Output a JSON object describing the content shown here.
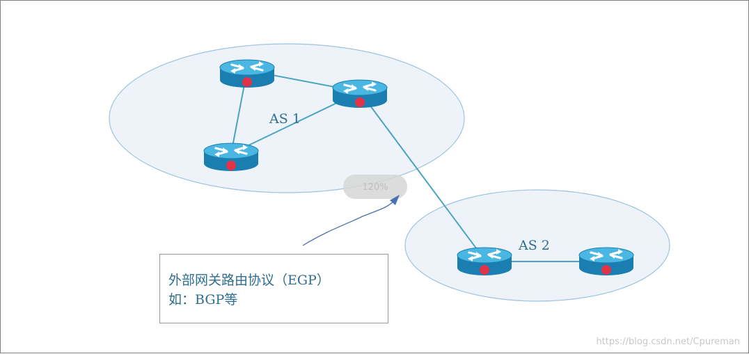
{
  "diagram": {
    "autonomous_systems": [
      {
        "id": "as1",
        "label": "AS 1"
      },
      {
        "id": "as2",
        "label": "AS 2"
      }
    ],
    "routers": [
      {
        "id": "r1",
        "as": "as1",
        "icon": "router-icon"
      },
      {
        "id": "r2",
        "as": "as1",
        "icon": "router-icon"
      },
      {
        "id": "r3",
        "as": "as1",
        "icon": "router-icon"
      },
      {
        "id": "r4",
        "as": "as2",
        "icon": "router-icon"
      },
      {
        "id": "r5",
        "as": "as2",
        "icon": "router-icon"
      }
    ],
    "links": [
      [
        "r1",
        "r2"
      ],
      [
        "r1",
        "r3"
      ],
      [
        "r3",
        "r2"
      ],
      [
        "r2",
        "r4"
      ],
      [
        "r4",
        "r5"
      ]
    ],
    "zoom_indicator": "120%",
    "note": {
      "line1": "外部网关路由协议（EGP）",
      "line2": "如：BGP等"
    },
    "watermark": "https://blog.csdn.net/Cpureman",
    "colors": {
      "ellipse_fill": "#eef3f9",
      "ellipse_stroke": "#9dc3e0",
      "link": "#4aa3c0",
      "router_body": "#1a7fb0",
      "router_top": "#4ab7e2",
      "router_dot": "#e0334a",
      "label_text": "#2e6e8e",
      "arrow": "#4a72b0"
    }
  }
}
